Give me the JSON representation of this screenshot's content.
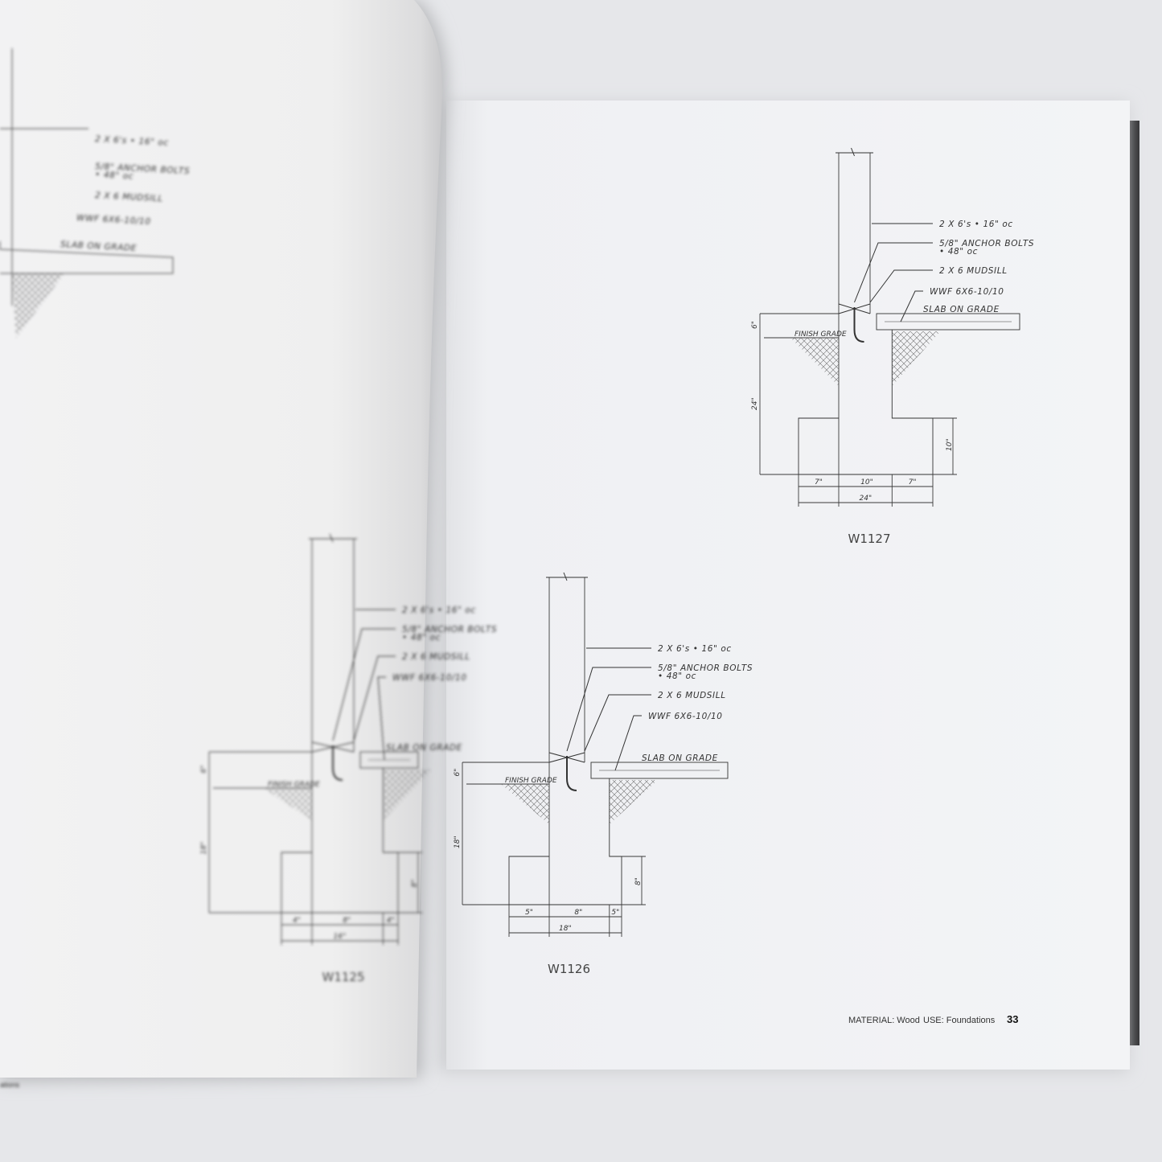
{
  "scene": {
    "table_color": "#e6e7ea",
    "page_color": "#f1f2f4",
    "ink_color": "#333333"
  },
  "left_page": {
    "footer_fragment": "ations",
    "drawing_top": {
      "labels": [
        "2 X 6's • 16\" oc",
        "5/8\" ANCHOR BOLTS",
        "• 48\" oc",
        "2 X 6 MUDSILL",
        "WWF 6X6-10/10",
        "SLAB ON GRADE"
      ]
    },
    "drawing": {
      "id": "W1125",
      "labels": [
        "2 X 6's • 16\" oc",
        "5/8\" ANCHOR BOLTS",
        "• 48\" oc",
        "2 X 6 MUDSILL",
        "WWF 6X6-10/10",
        "SLAB ON GRADE"
      ],
      "finish_grade": "FINISH GRADE",
      "dims": {
        "top": "6\"",
        "depth": "18\"",
        "footing_h": "8\"",
        "left": "4\"",
        "mid": "8\"",
        "right": "4\"",
        "total": "16\""
      }
    }
  },
  "right_page": {
    "drawings": [
      {
        "id": "W1127",
        "labels": [
          "2 X 6's • 16\" oc",
          "5/8\" ANCHOR BOLTS",
          "• 48\" oc",
          "2 X 6 MUDSILL",
          "WWF 6X6-10/10",
          "SLAB ON GRADE"
        ],
        "finish_grade": "FINISH GRADE",
        "dims": {
          "top": "6\"",
          "depth": "24\"",
          "footing_h": "10\"",
          "left": "7\"",
          "mid": "10\"",
          "right": "7\"",
          "total": "24\""
        }
      },
      {
        "id": "W1126",
        "labels": [
          "2 X 6's • 16\" oc",
          "5/8\" ANCHOR BOLTS",
          "• 48\" oc",
          "2 X 6 MUDSILL",
          "WWF 6X6-10/10",
          "SLAB ON GRADE"
        ],
        "finish_grade": "FINISH GRADE",
        "dims": {
          "top": "6\"",
          "depth": "18\"",
          "footing_h": "8\"",
          "left": "5\"",
          "mid": "8\"",
          "right": "5\"",
          "total": "18\""
        }
      }
    ],
    "footer": {
      "material": "MATERIAL: Wood",
      "use": "USE: Foundations",
      "page_number": "33"
    }
  }
}
